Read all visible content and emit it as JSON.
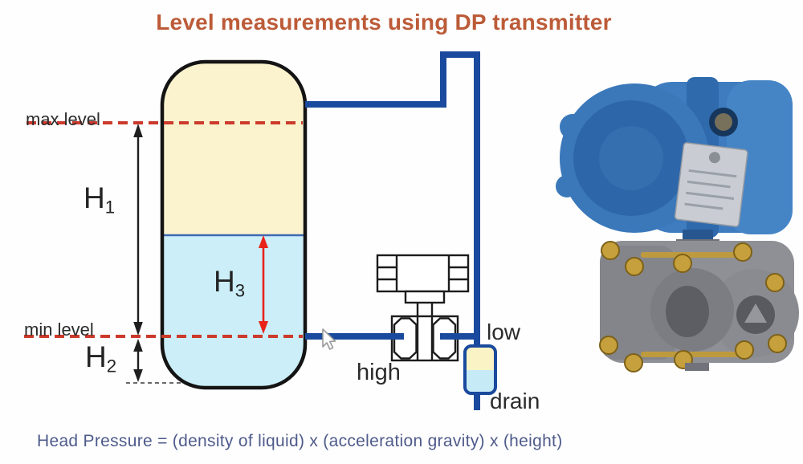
{
  "title": "Level measurements using DP transmitter",
  "formula": "Head Pressure = (density of liquid) x (acceleration gravity) x (height)",
  "diagram": {
    "max_level_label": "max level",
    "min_level_label": "min level",
    "h1": {
      "base": "H",
      "sub": "1"
    },
    "h2": {
      "base": "H",
      "sub": "2"
    },
    "h3": {
      "base": "H",
      "sub": "3"
    },
    "high_label": "high",
    "low_label": "low",
    "drain_label": "drain"
  },
  "icons": {
    "cursor": "mouse-cursor-icon"
  },
  "colors": {
    "title_text": "#bc5b38",
    "formula_text": "#4f5b8b",
    "label_text": "#2b2b2b",
    "pipe_blue": "#1a4a9d",
    "level_dash_red": "#cc3a2c",
    "h3_arrow_red": "#e8231a",
    "tank_vapor_fill": "#faf3cd",
    "tank_liquid_fill": "#cbeef8",
    "pot_vapor_fill": "#faf3c6",
    "pot_liquid_fill": "#c6ebf6",
    "outline_black": "#1c1c1c",
    "transmitter_blue": "#3e7cbf",
    "transmitter_gray": "#8f9096",
    "bolt_gold": "#c6a03c"
  }
}
